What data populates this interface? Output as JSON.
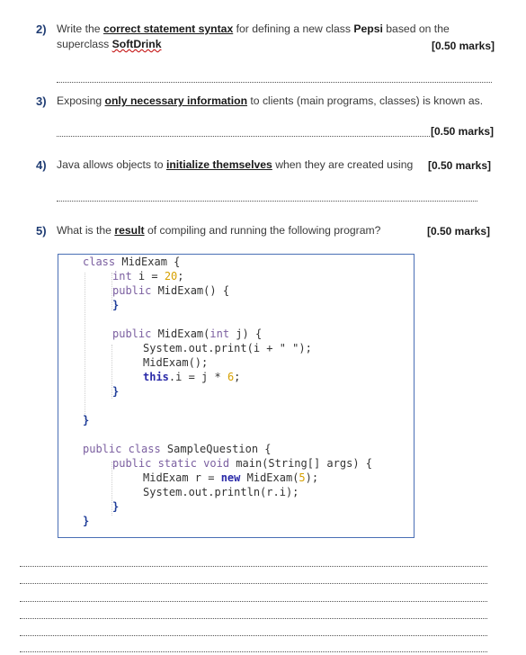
{
  "q2": {
    "number": "2)",
    "pre": "Write the ",
    "term": "correct statement syntax",
    "mid": " for defining a new class ",
    "cls": "Pepsi",
    "post": " based on the",
    "line2_pre": "superclass ",
    "superclass": "SoftDrink",
    "marks": "[0.50 marks]"
  },
  "q3": {
    "number": "3)",
    "pre": "Exposing ",
    "term": "only necessary information",
    "post": " to clients (main programs, classes) is known as.",
    "marks": "[0.50 marks]"
  },
  "q4": {
    "number": "4)",
    "pre": "Java allows objects to ",
    "term": "initialize themselves",
    "post": " when they are created using",
    "marks": "[0.50 marks]"
  },
  "q5": {
    "number": "5)",
    "pre": "What is the ",
    "term": "result",
    "post": " of compiling and running the following program?",
    "marks": "[0.50 marks]"
  },
  "code": {
    "l1": {
      "kw": "class",
      "rest": " MidExam {"
    },
    "l2": {
      "kw": "int",
      "rest": " i = ",
      "num": "20",
      "end": ";"
    },
    "l3": {
      "kw": "public",
      "rest": " MidExam() {"
    },
    "l4": "}",
    "l5": {
      "kw": "public",
      "rest": " MidExam(",
      "kw2": "int",
      "rest2": " j) {"
    },
    "l6": "System.out.print(i + \" \");",
    "l7": "MidExam();",
    "l8": {
      "kw": "this",
      "rest": ".i = j * ",
      "num": "6",
      "end": ";"
    },
    "l9": "}",
    "l10": "}",
    "l11": {
      "kw": "public class",
      "rest": " SampleQuestion {"
    },
    "l12": {
      "kw": "public static void",
      "rest": " main(String[] args) {"
    },
    "l13": {
      "pre": "MidExam r = ",
      "kw": "new",
      "rest": " MidExam(",
      "num": "5",
      "end": ");"
    },
    "l14": "System.out.println(r.i);",
    "l15": "}",
    "l16": "}"
  }
}
